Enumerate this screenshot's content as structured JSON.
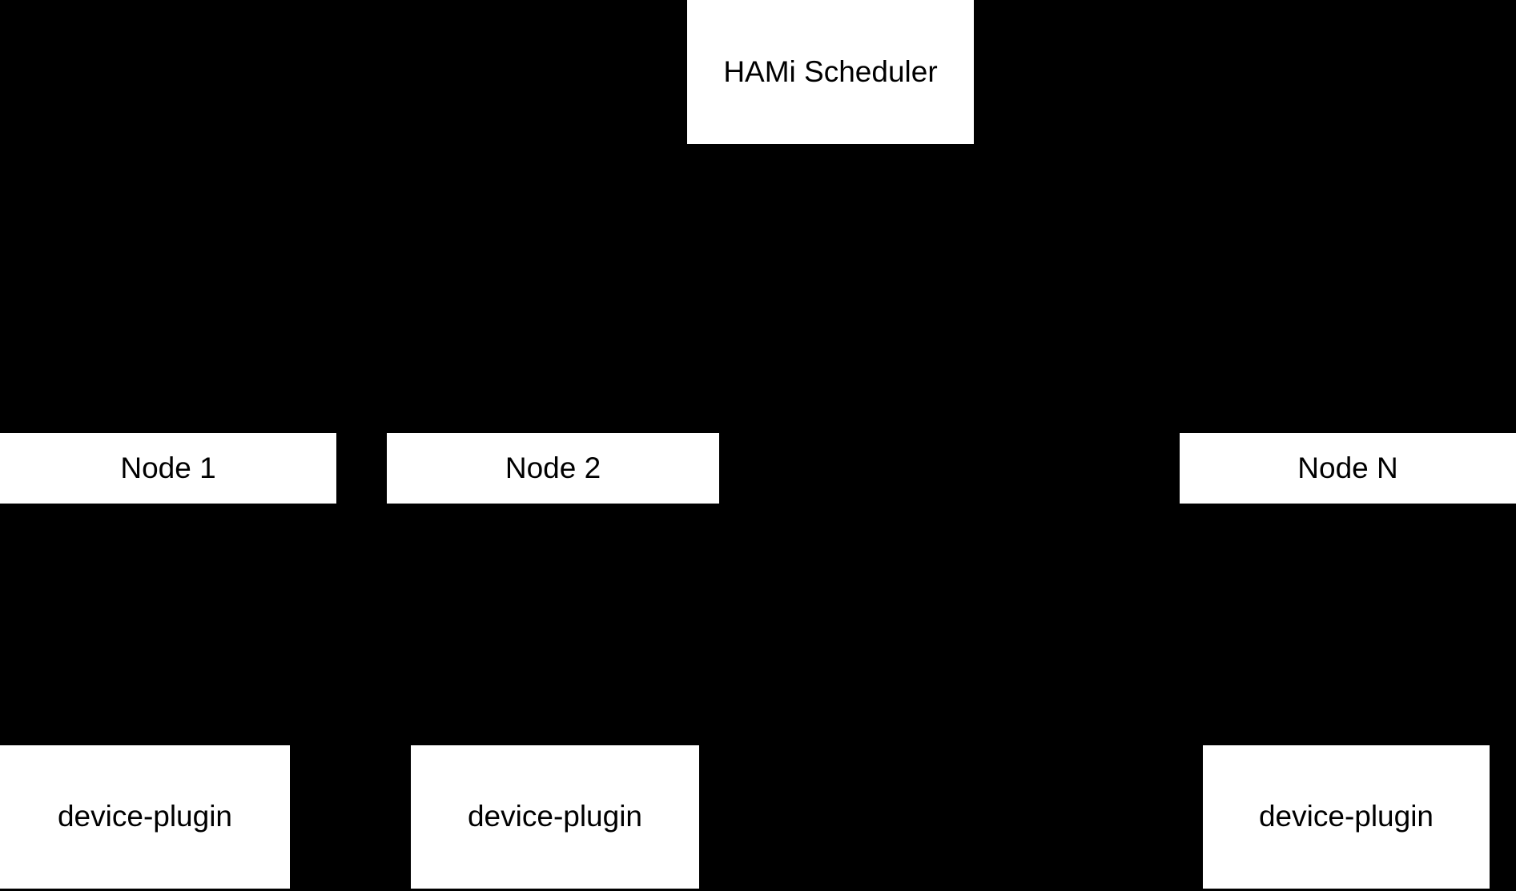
{
  "diagram": {
    "background_color": "#000000",
    "box_fill_color": "#ffffff",
    "box_text_color": "#000000",
    "tiers": {
      "scheduler": {
        "nodes": [
          {
            "label": "HAMi Scheduler"
          }
        ]
      },
      "nodes": {
        "nodes": [
          {
            "label": "Node 1"
          },
          {
            "label": "Node 2"
          },
          {
            "label": "Node N"
          }
        ]
      },
      "device_plugins": {
        "nodes": [
          {
            "label": "device-plugin"
          },
          {
            "label": "device-plugin"
          },
          {
            "label": "device-plugin"
          }
        ]
      }
    }
  }
}
